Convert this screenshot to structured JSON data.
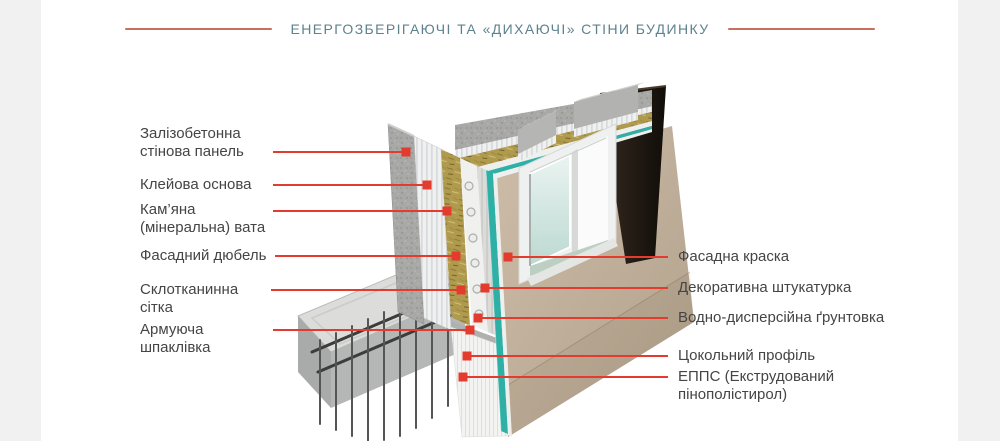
{
  "page": {
    "background": "#ffffff",
    "side_strip_color": "#f1f1f2"
  },
  "header": {
    "title": "ЕНЕРГОЗБЕРІГАЮЧІ ТА «ДИХАЮЧІ» СТІНИ БУДИНКУ",
    "title_color": "#5d828e",
    "rule_color": "#ca6e5f"
  },
  "diagram": {
    "marker_color": "#e43b2f",
    "labels_left": [
      {
        "id": "concrete-panel",
        "text": "Залізобетонна\nстінова панель"
      },
      {
        "id": "adhesive-base",
        "text": "Клейова основа"
      },
      {
        "id": "mineral-wool",
        "text": "Кам’яна\n(мінеральна) вата"
      },
      {
        "id": "facade-dowel",
        "text": "Фасадний дюбель"
      },
      {
        "id": "fiberglass-mesh",
        "text": "Склотканинна\nсітка"
      },
      {
        "id": "reinforcing-putty",
        "text": "Армуюча\nшпаклівка"
      }
    ],
    "labels_right": [
      {
        "id": "facade-paint",
        "text": "Фасадна краска"
      },
      {
        "id": "decorative-plaster",
        "text": "Декоративна штукатурка"
      },
      {
        "id": "water-dispersion-primer",
        "text": "Водно-дисперсійна ґрунтовка"
      },
      {
        "id": "plinth-profile",
        "text": "Цокольний профіль"
      },
      {
        "id": "epps",
        "text": "ЕППС (Екструдований\nпінополістирол)"
      }
    ],
    "materials": {
      "concrete_panel": "#a8a8a6",
      "adhesive_base": "#eff0f0",
      "mineral_wool": "#b09a4e",
      "mesh_teal": "#2fb0a6",
      "facade_beige": "#c3b29e",
      "dark_panel": "#171009",
      "foundation_gray": "#dcdddb",
      "window_glass": "#cfe4de"
    }
  }
}
